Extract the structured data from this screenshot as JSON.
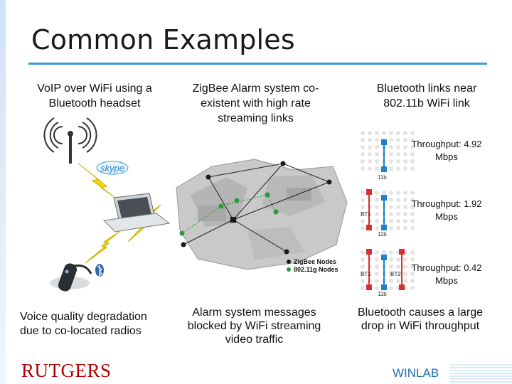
{
  "slide": {
    "title": "Common Examples",
    "col1": {
      "heading": "VoIP over WiFi using a Bluetooth headset",
      "footer": "Voice quality degradation due to co-located radios",
      "skype_logo": "skype"
    },
    "col2": {
      "heading": "ZigBee Alarm system co-existent with high rate streaming links",
      "footer": "Alarm system messages blocked by WiFi streaming video traffic",
      "legend": [
        "ZigBee Nodes",
        "802.11g Nodes"
      ]
    },
    "col3": {
      "heading": "Bluetooth links near 802.11b WiFi link",
      "footer": "Bluetooth causes a large drop in WiFi throughput",
      "panels": [
        {
          "throughput": "Throughput: 4.92 Mbps",
          "labels": [
            "11b"
          ]
        },
        {
          "throughput": "Throughput: 1.92 Mbps",
          "labels": [
            "BT1",
            "11b"
          ]
        },
        {
          "throughput": "Throughput: 0.42 Mbps",
          "labels": [
            "BT1",
            "BT2",
            "11b"
          ]
        }
      ]
    },
    "logos": {
      "rutgers": "RUTGERS",
      "winlab": "WINLAB"
    },
    "colors": {
      "accent_rule": "#3a9ad9",
      "zigbee": "#2a9a3a",
      "wifi": "#1a1a1a",
      "bt": "#d83030",
      "wifi_link": "#1f7fd0"
    }
  }
}
